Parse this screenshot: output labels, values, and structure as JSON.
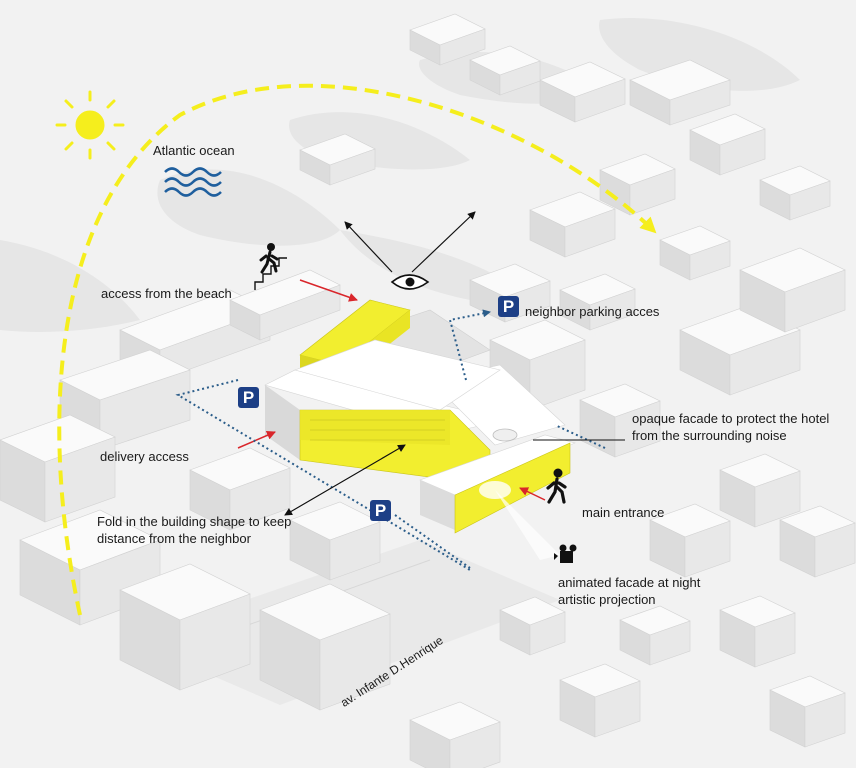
{
  "colors": {
    "background": "#f2f2f2",
    "accent_yellow": "#f2ee2f",
    "sun_path": "#f5ee1d",
    "parking_blue": "#1d3f86",
    "access_arrow_red": "#d9262b",
    "dotted_boundary": "#2b5d8a",
    "wave_blue": "#1f5f9e"
  },
  "icons": {
    "sun": "sun-icon",
    "waves": "waves-icon",
    "pedestrian_stairs": "pedestrian-stairs-icon",
    "pedestrian": "pedestrian-icon",
    "eye": "eye-icon",
    "parking": "parking-icon",
    "projector": "projector-icon"
  },
  "labels": {
    "ocean": "Atlantic ocean",
    "beach_access": "access from the beach",
    "neighbor_parking": "neighbor parking acces",
    "opaque_facade": "opaque facade to protect the hotel from the surrounding noise",
    "delivery": "delivery access",
    "main_entrance": "main entrance",
    "fold": "Fold in the building shape to keep distance from the neighbor",
    "animated_facade": "animated facade at night artistic projection",
    "road": "av. Infante D.Henrique",
    "parking_symbol": "P"
  }
}
